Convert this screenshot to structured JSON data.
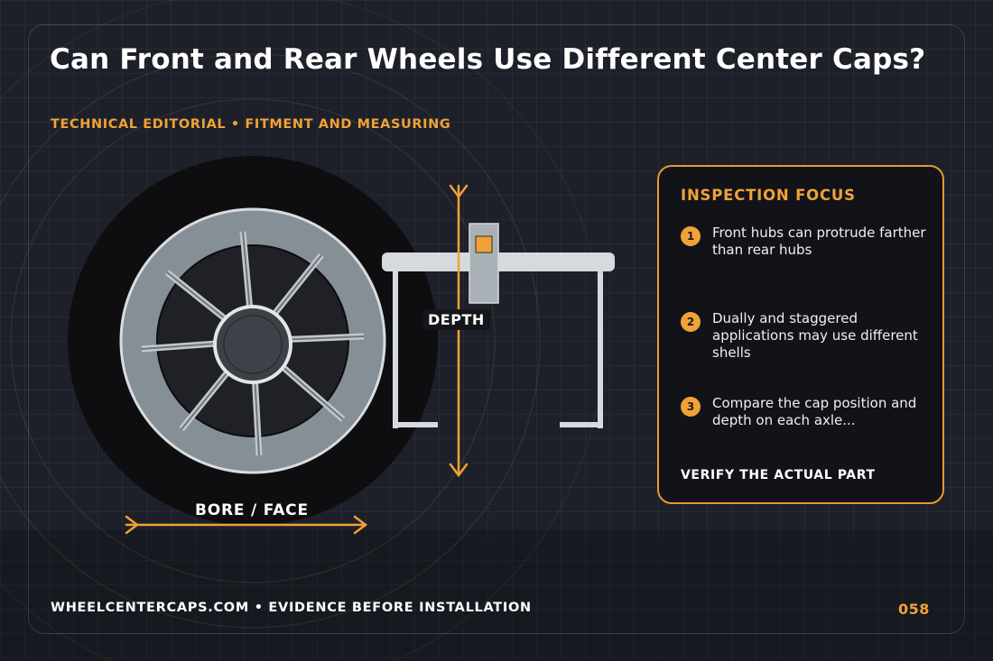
{
  "title": "Can Front and Rear Wheels Use Different Center Caps?",
  "subtitle": "TECHNICAL EDITORIAL • FITMENT AND MEASURING",
  "diagram": {
    "bore_label": "BORE / FACE",
    "depth_label": "DEPTH"
  },
  "panel": {
    "title": "INSPECTION FOCUS",
    "items": [
      {
        "num": "1",
        "text": "Front hubs can protrude farther than rear hubs"
      },
      {
        "num": "2",
        "text": "Dually and staggered applications may use different shells"
      },
      {
        "num": "3",
        "text": "Compare the cap position and depth on each axle..."
      }
    ],
    "footer": "VERIFY THE ACTUAL PART"
  },
  "footer": {
    "text": "WHEELCENTERCAPS.COM • EVIDENCE BEFORE INSTALLATION",
    "page_number": "058"
  },
  "colors": {
    "accent": "#f0a236",
    "background": "#1d2029",
    "rim": "#868e96",
    "tire": "#0e0e10"
  }
}
